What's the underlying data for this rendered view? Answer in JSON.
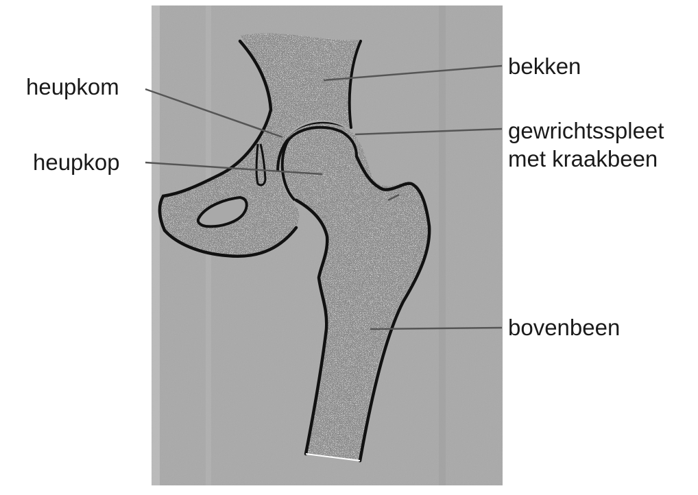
{
  "diagram": {
    "labels": {
      "heupkom": "heupkom",
      "heupkop": "heupkop",
      "bekken": "bekken",
      "gewrichtsspleet_line1": "gewrichtsspleet",
      "gewrichtsspleet_line2": "met kraakbeen",
      "bovenbeen": "bovenbeen"
    },
    "colors": {
      "background_panel": "#a9a9a9",
      "bone": "#ffffff",
      "outline": "#111111",
      "leader_line": "#555555",
      "text": "#1a1a1a"
    }
  }
}
